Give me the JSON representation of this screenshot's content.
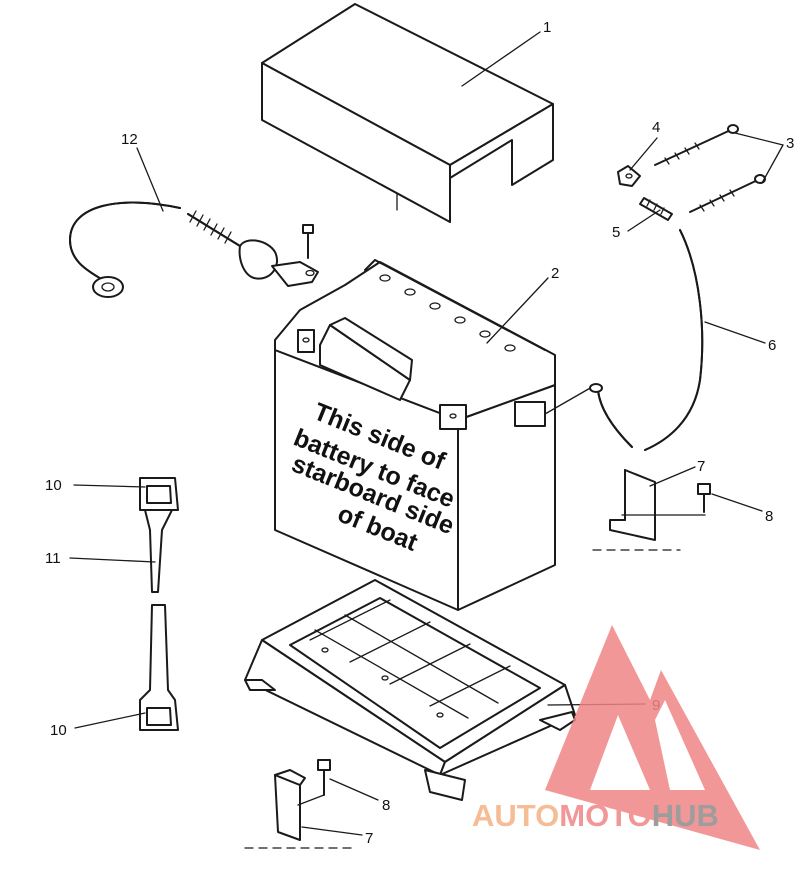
{
  "diagram": {
    "battery_label_lines": [
      "This side of",
      "battery to face",
      "starboard side",
      "of boat"
    ],
    "callouts": [
      "1",
      "2",
      "3",
      "4",
      "5",
      "6",
      "7",
      "8",
      "9",
      "10",
      "11",
      "12"
    ],
    "callout_repeats": {
      "seven_b": "7",
      "eight_b": "8",
      "ten_b": "10"
    }
  },
  "watermark": {
    "part1": "AUTO",
    "part2": "MOTO",
    "part3": "HUB",
    "colors": {
      "auto": "#f4b183",
      "moto": "#f08585",
      "hub": "#8c8c8c",
      "triangle": "#f08585"
    }
  }
}
